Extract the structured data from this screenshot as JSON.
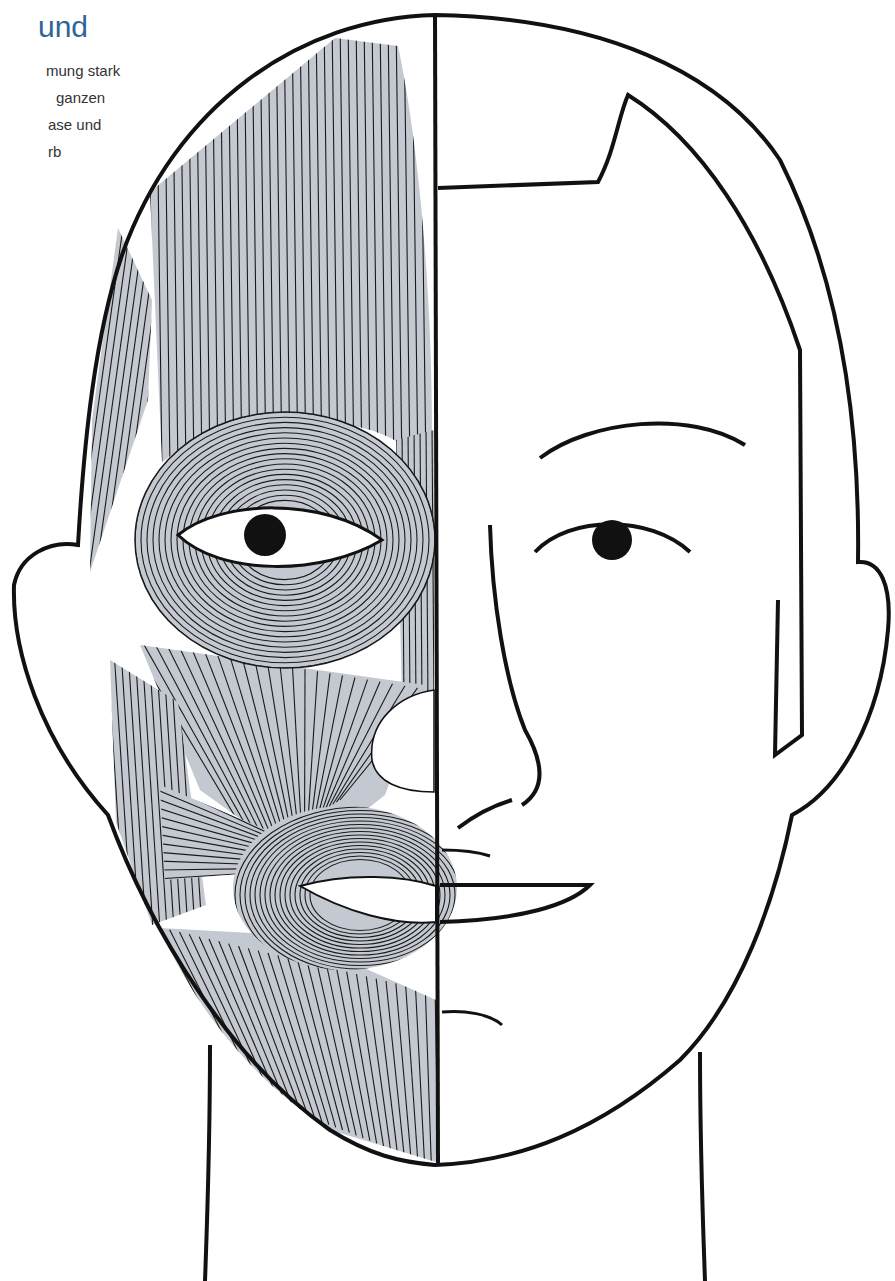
{
  "diagram": {
    "title": "und",
    "labels": [
      "mung stark",
      "ganzen",
      "ase und",
      "rb"
    ]
  }
}
